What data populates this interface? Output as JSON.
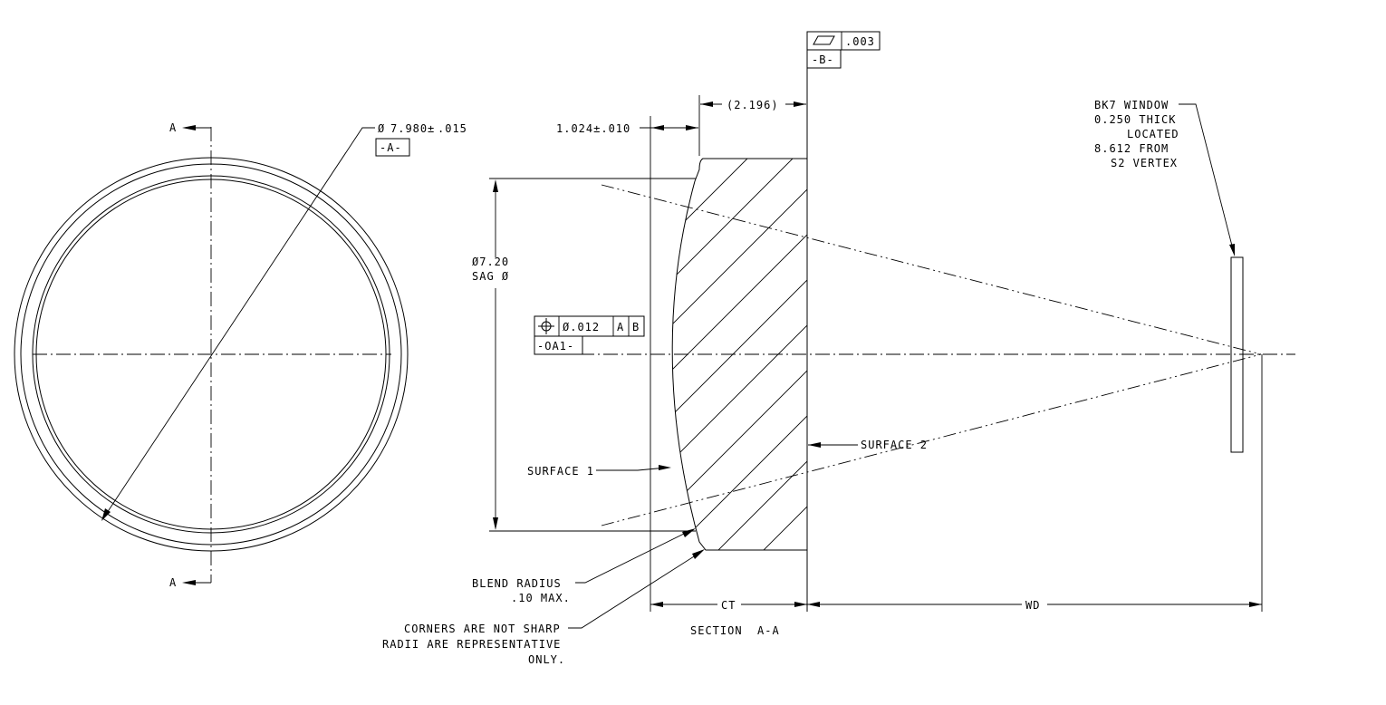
{
  "front_view": {
    "section_label_top": "A",
    "section_label_bottom": "A",
    "diameter": {
      "symbol": "Ø",
      "value": "7.980",
      "tolerance_symbol": "±",
      "tolerance": ".015"
    },
    "datum": "-A-"
  },
  "section_view": {
    "title": "SECTION  A-A",
    "edge_thickness": "1.024±.010",
    "reference_dim": "(2.196)",
    "sag_diameter": {
      "line1": "Ø7.20",
      "line2": "SAG Ø"
    },
    "flatness_fcf": {
      "symbol": "flatness",
      "value": ".003",
      "datum": "-B-"
    },
    "position_fcf": {
      "symbol": "position",
      "value": "Ø.012",
      "ref1": "A",
      "ref2": "B",
      "datum": "-OA1-"
    },
    "surface1_label": "SURFACE 1",
    "surface2_label": "SURFACE 2",
    "blend_note": {
      "line1": "BLEND  RADIUS",
      "line2": ".10 MAX."
    },
    "corner_note": {
      "line1": "CORNERS ARE NOT SHARP",
      "line2": "RADII ARE REPRESENTATIVE",
      "line3": "ONLY."
    },
    "ct_label": "CT",
    "wd_label": "WD",
    "window_note": {
      "line1": "BK7 WINDOW",
      "line2": "0.250 THICK",
      "line3": "LOCATED",
      "line4": "8.612 FROM",
      "line5": "S2 VERTEX"
    }
  }
}
